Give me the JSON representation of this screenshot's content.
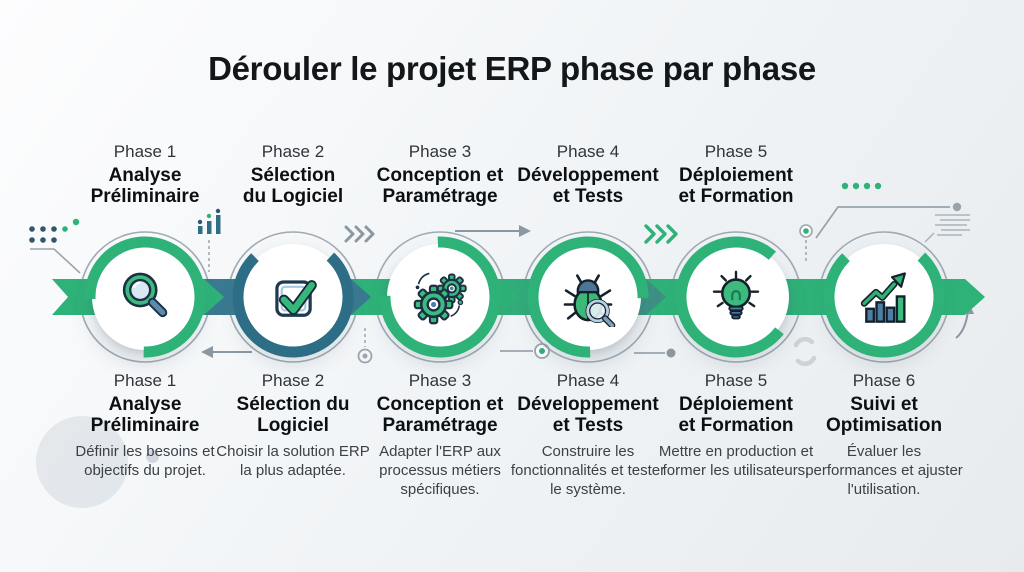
{
  "title": "Dérouler le projet ERP phase par phase",
  "phases": [
    {
      "num": "Phase 1",
      "top_title": "Analyse\nPréliminaire",
      "bottom_title": "Analyse\nPréliminaire",
      "description": "Définir les besoins et objectifs du projet.",
      "icon": "magnifier-icon"
    },
    {
      "num": "Phase 2",
      "top_title": "Sélection\ndu Logiciel",
      "bottom_title": "Sélection du\nLogiciel",
      "description": "Choisir la solution ERP la plus adaptée.",
      "icon": "checkbox-icon"
    },
    {
      "num": "Phase 3",
      "top_title": "Conception et\nParamétrage",
      "bottom_title": "Conception et\nParamétrage",
      "description": "Adapter l'ERP aux processus métiers spécifiques.",
      "icon": "gears-icon"
    },
    {
      "num": "Phase 4",
      "top_title": "Développement\net Tests",
      "bottom_title": "Développement\net Tests",
      "description": "Construire les fonctionnalités et tester le système.",
      "icon": "bug-test-icon"
    },
    {
      "num": "Phase 5",
      "top_title": "Déploiement\net Formation",
      "bottom_title": "Déploiement\net Formation",
      "description": "Mettre en production et former les utilisateurs.",
      "icon": "lightbulb-icon"
    },
    {
      "num": "Phase 6",
      "bottom_title": "Suivi et\nOptimisation",
      "description": "Évaluer les performances et ajuster l'utilisation.",
      "icon": "growth-chart-icon"
    }
  ],
  "colors": {
    "ribbon_green": "#2eb278",
    "ribbon_teal": "#3a7a90",
    "arc_teal": "#2d6d85",
    "icon_green": "#3dba7e",
    "icon_navy": "#1c3044",
    "icon_steel_blue": "#4d7fa3",
    "ring_gray": "#8f9ca6"
  }
}
